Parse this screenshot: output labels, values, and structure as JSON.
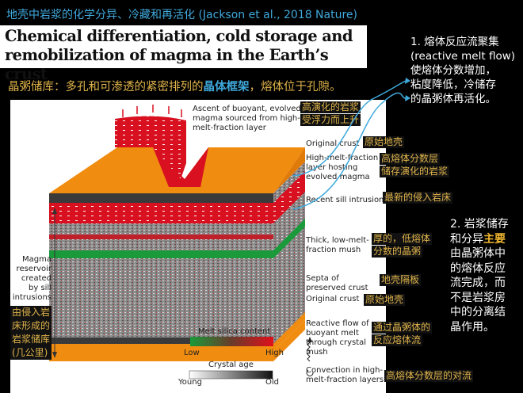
{
  "slide_title": "地壳中岩浆的化学分异、冷藏和再活化 (Jackson et al., 2018 Nature)",
  "paper_title": [
    "Chemical differentiation, cold storage and",
    "remobilization of magma in the Earth’s crust"
  ],
  "mush_definition": {
    "before": "晶粥储库：多孔和可渗透的紧密排列的",
    "highlight": "晶体框架",
    "after": "，熔体位于孔隙。"
  },
  "note1": [
    "1. 熔体反应流聚集",
    "(reactive melt flow)",
    "使熔体分数增加，",
    "粘度降低，冷储存",
    "的晶粥体再活化。"
  ],
  "note2": {
    "l1": "2. 岩浆储存",
    "l2a": "和分异",
    "l2b": "主要",
    "rest": [
      "由晶粥体中",
      "的熔体反应",
      "流完成，而",
      "不是岩浆房",
      "中的分离结",
      "晶作用。"
    ]
  },
  "figure": {
    "labels": {
      "ascent": "Ascent of buoyant, evolved magma sourced from high-melt-fraction layer",
      "original_crust_top": "Original crust",
      "high_melt": "High-melt-fraction layer hosting evolved magma",
      "sill": "Recent sill intrusion",
      "mush": "Thick, low-melt-fraction mush",
      "septa": "Septa of preserved crust",
      "original_crust_bottom": "Original crust",
      "reactive": "Reactive flow of buoyant melt through crystal mush",
      "convection": "Convection in high-melt-fraction layers",
      "reservoir": "Magma reservoir created by sill intrusions"
    },
    "cn": {
      "ascent": [
        "高演化的岩浆",
        "受浮力而上升"
      ],
      "original_crust_top": "原始地壳",
      "high_melt": [
        "高熔体分数层",
        "储存演化的岩浆"
      ],
      "sill": "最新的侵入岩床",
      "mush": [
        "厚的，低熔体",
        "分数的晶粥"
      ],
      "septa": "地壳隔板",
      "original_crust_bottom": "原始地壳",
      "reactive": [
        "通过晶粥体的",
        "反应熔体流"
      ],
      "convection": "高熔体分数层的对流",
      "reservoir": [
        "由侵入岩",
        "床形成的",
        "岩浆储库",
        "(几公里)"
      ]
    },
    "legend": {
      "silica_title": "Melt silica content",
      "silica_low": "Low",
      "silica_high": "High",
      "age_title": "Crystal age",
      "age_young": "Young",
      "age_old": "Old"
    },
    "colors": {
      "crust": "#f08c10",
      "melt": "#e0101c",
      "sill": "#1a9a3a",
      "mush": "#8a8a8a",
      "accent": "#3fa9dc",
      "cn_text": "#e0b44a"
    }
  }
}
